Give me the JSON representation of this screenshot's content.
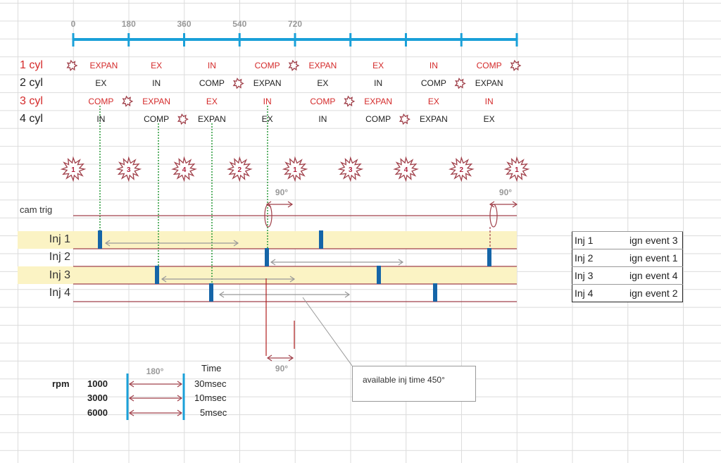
{
  "axis": {
    "ticks": [
      "0",
      "180",
      "360",
      "540",
      "720"
    ]
  },
  "cylinders": [
    {
      "label": "1 cyl",
      "color": "red",
      "strokes": [
        "EXPAN",
        "EX",
        "IN",
        "COMP",
        "EXPAN",
        "EX",
        "IN",
        "COMP"
      ],
      "ignition_at": [
        0,
        4,
        8
      ]
    },
    {
      "label": "2 cyl",
      "color": "black",
      "strokes": [
        "EX",
        "IN",
        "COMP",
        "EXPAN",
        "EX",
        "IN",
        "COMP",
        "EXPAN"
      ],
      "ignition_at": [
        3,
        7
      ]
    },
    {
      "label": "3 cyl",
      "color": "red",
      "strokes": [
        "COMP",
        "EXPAN",
        "EX",
        "IN",
        "COMP",
        "EXPAN",
        "EX",
        "IN"
      ],
      "ignition_at": [
        1,
        5
      ]
    },
    {
      "label": "4 cyl",
      "color": "black",
      "strokes": [
        "IN",
        "COMP",
        "EXPAN",
        "EX",
        "IN",
        "COMP",
        "EXPAN",
        "EX"
      ],
      "ignition_at": [
        2,
        6
      ]
    }
  ],
  "firing_order": [
    "1",
    "3",
    "4",
    "2",
    "1",
    "3",
    "4",
    "2",
    "1"
  ],
  "cam_trig": {
    "label": "cam trig",
    "offset_labels": [
      "90°",
      "90°"
    ]
  },
  "injectors": [
    {
      "label": "Inj 1",
      "pulses_deg": [
        45,
        405
      ]
    },
    {
      "label": "Inj 2",
      "pulses_deg": [
        315,
        675
      ]
    },
    {
      "label": "Inj 3",
      "pulses_deg": [
        135,
        495
      ]
    },
    {
      "label": "Inj 4",
      "pulses_deg": [
        225,
        585
      ]
    }
  ],
  "bottom_90_label": "90°",
  "callout": "available inj time  450°",
  "rpm_table": {
    "rpm_label": "rpm",
    "span_label": "180°",
    "time_header": "Time",
    "rows": [
      {
        "rpm": "1000",
        "time": "30msec"
      },
      {
        "rpm": "3000",
        "time": "10msec"
      },
      {
        "rpm": "6000",
        "time": "5msec"
      }
    ]
  },
  "mapping_table": [
    {
      "inj": "Inj 1",
      "event": "ign event 3"
    },
    {
      "inj": "Inj 2",
      "event": "ign event 1"
    },
    {
      "inj": "Inj 3",
      "event": "ign event 4"
    },
    {
      "inj": "Inj 4",
      "event": "ign event 2"
    }
  ],
  "colors": {
    "timeline": "#1aa0d8",
    "red": "#d42a2a",
    "injector_bar": "#1565a8",
    "band": "#fbf3c4",
    "green": "#2a9a3a",
    "line": "#a0404a"
  }
}
